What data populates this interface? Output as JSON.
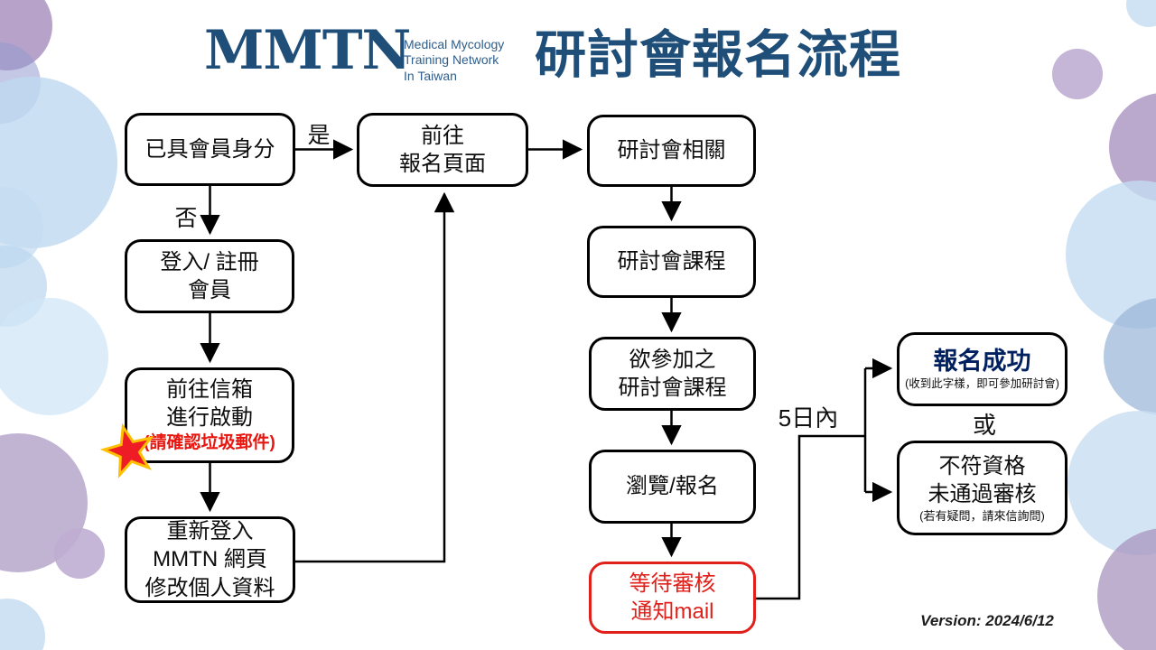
{
  "header": {
    "logo": {
      "word": "MMTN",
      "sub1": "Medical Mycology",
      "sub2": "Training Network",
      "sub3": "In Taiwan"
    },
    "title": "研討會報名流程"
  },
  "colors": {
    "brand_blue": "#1F4E79",
    "logo_subtitle_blue": "#2E5E8C",
    "success_navy": "#002060",
    "alert_red": "#E0201B",
    "star_red": "#EE1C25",
    "star_outline": "#FFC000",
    "line_black": "#000000",
    "pastel_blue": "#BDD6EE",
    "pastel_purple": "#AC93C4"
  },
  "flow": {
    "member_check": {
      "line1": "已具會員身分"
    },
    "yes_label": "是",
    "no_label": "否",
    "goto_registration": {
      "line1": "前往",
      "line2": "報名頁面"
    },
    "login_register": {
      "line1": "登入/ 註冊",
      "line2": "會員"
    },
    "activate_mailbox": {
      "line1": "前往信箱",
      "line2": "進行啟動",
      "note": "(請確認垃圾郵件)"
    },
    "relogin": {
      "line1": "重新登入",
      "line2": "MMTN 網頁",
      "line3": "修改個人資料"
    },
    "seminar_related": {
      "line1": "研討會相關"
    },
    "seminar_courses": {
      "line1": "研討會課程"
    },
    "desired_courses": {
      "line1": "欲參加之",
      "line2": "研討會課程"
    },
    "browse_register": {
      "line1": "瀏覽/報名"
    },
    "wait_review": {
      "line1": "等待審核",
      "line2": "通知mail"
    },
    "within_days_label": "5日內",
    "or_label": "或",
    "success": {
      "line1": "報名成功",
      "note": "(收到此字樣，即可參加研討會)"
    },
    "not_qualified": {
      "line1": "不符資格",
      "line2": "未通過審核",
      "note": "(若有疑問，請來信詢問)"
    }
  },
  "footer": {
    "version": "Version: 2024/6/12"
  }
}
